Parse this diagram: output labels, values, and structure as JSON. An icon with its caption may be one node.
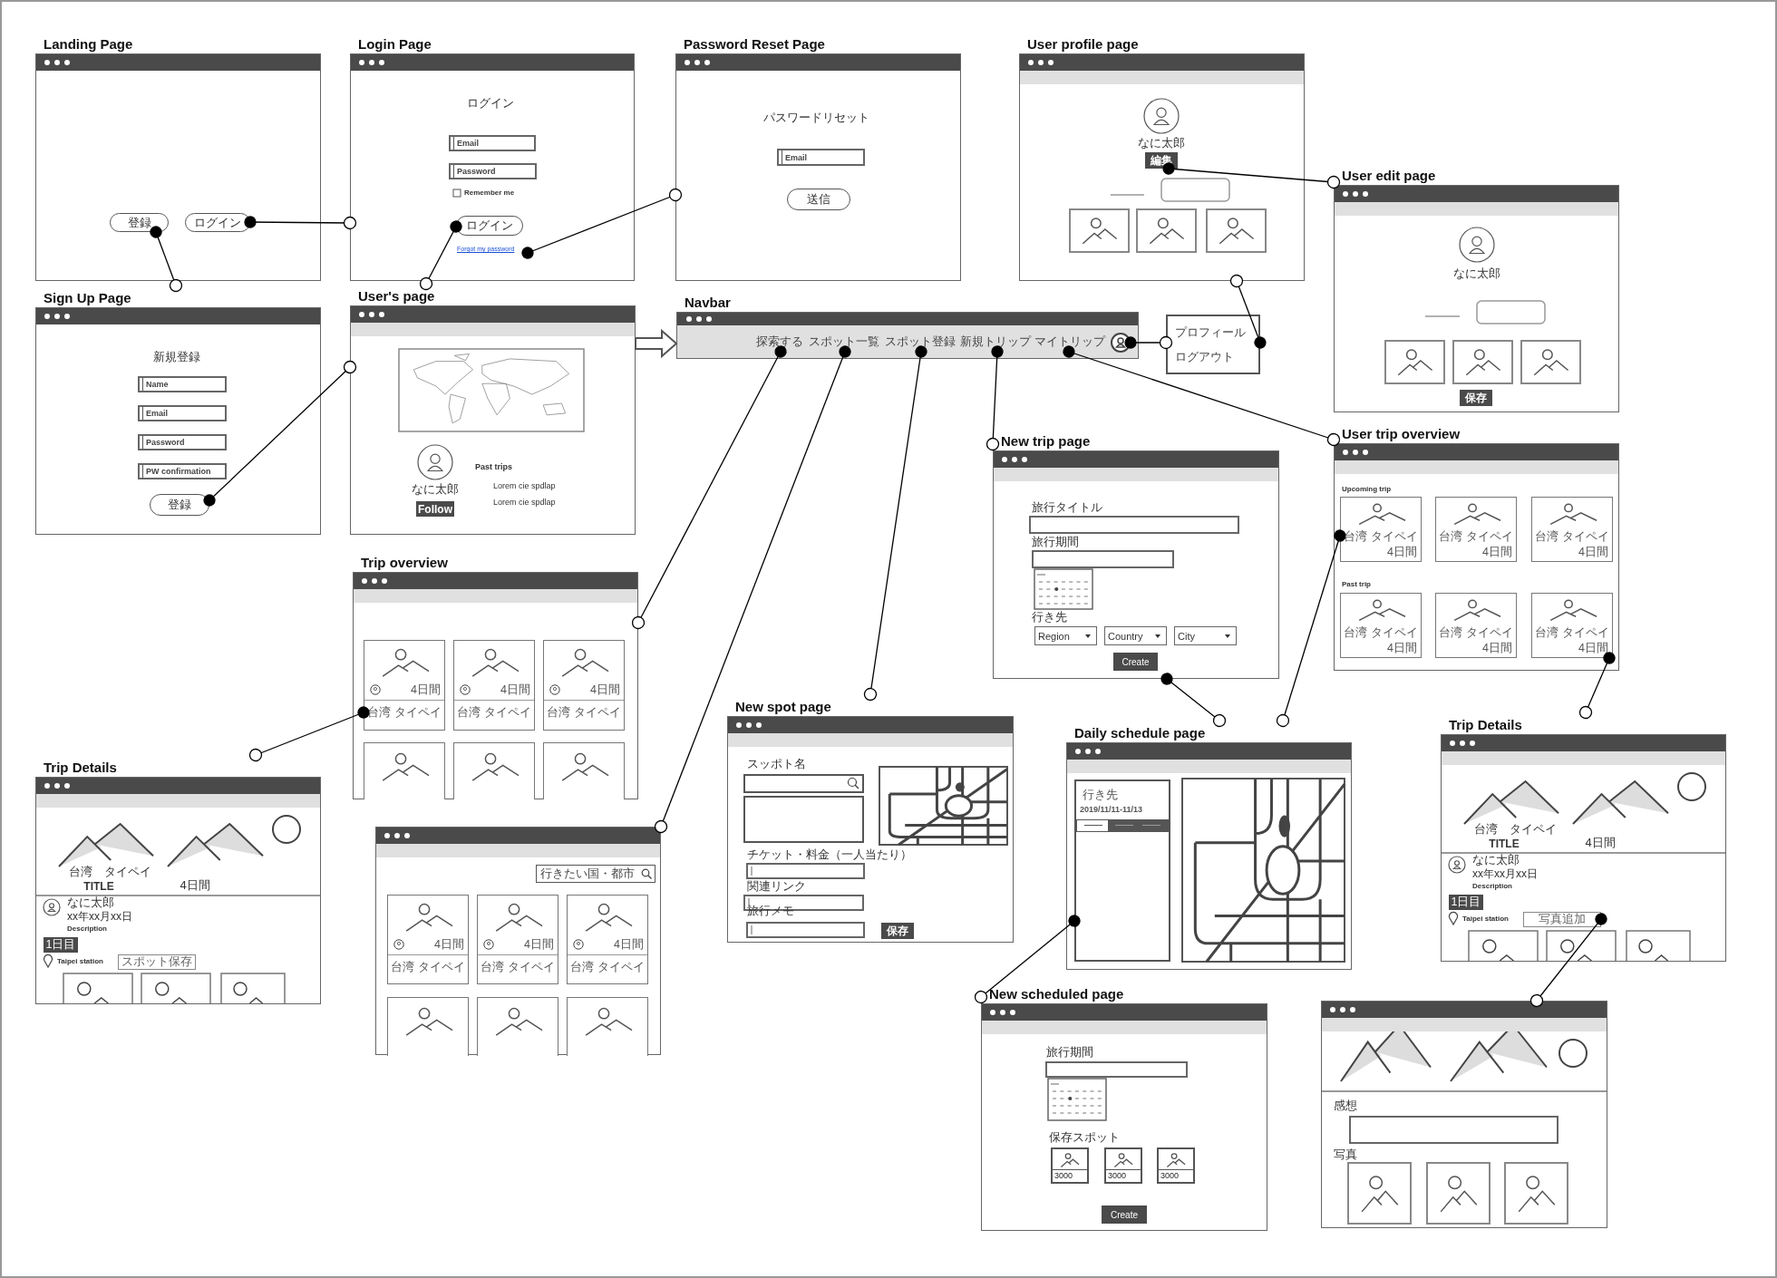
{
  "diagram": {
    "nodes": [
      {
        "text": [
          "Landing Page"
        ]
      },
      {
        "text": [
          "登録"
        ],
        "in": 0
      },
      {
        "text": [
          "ログイン"
        ],
        "in": 0
      },
      {
        "text": [
          "Login Page"
        ]
      },
      {
        "text": [
          "Email"
        ],
        "in": 3
      },
      {
        "text": [
          "Password"
        ],
        "in": 3
      },
      {
        "text": [
          "ログイン"
        ],
        "in": 3
      },
      {
        "text": [
          "Forgot my password"
        ],
        "in": 3
      },
      {
        "text": [
          "Password Reset Page"
        ]
      },
      {
        "text": [
          "Email"
        ],
        "in": 8
      },
      {
        "text": [
          "送信"
        ],
        "in": 8
      },
      {
        "text": [
          "User profile page"
        ]
      },
      {
        "text": [
          "編集"
        ],
        "in": 11
      },
      {
        "text": [
          "User edit page"
        ]
      },
      {
        "text": [
          "保存"
        ],
        "in": 13
      },
      {
        "text": [
          "Sign Up Page"
        ]
      },
      {
        "text": [
          "Name"
        ],
        "in": 15
      },
      {
        "text": [
          "Email"
        ],
        "in": 15
      },
      {
        "text": [
          "Password"
        ],
        "in": 15
      },
      {
        "text": [
          "PW confirmation"
        ],
        "in": 15
      },
      {
        "text": [
          "登録"
        ],
        "in": 15
      },
      {
        "text": [
          "User's page"
        ]
      },
      {
        "text": [
          "Follow"
        ],
        "in": 21
      },
      {
        "text": [
          "Navbar"
        ]
      },
      {
        "text": [
          "探索する"
        ],
        "in": 23
      },
      {
        "text": [
          "スポット一覧"
        ],
        "in": 23
      },
      {
        "text": [
          "スポット登録"
        ],
        "in": 23
      },
      {
        "text": [
          "新規トリップ"
        ],
        "in": 23
      },
      {
        "text": [
          "マイトリップ"
        ],
        "in": 23
      },
      {
        "text": [],
        "shape": "circle",
        "in": 23
      },
      {
        "text": [
          "プロフィール",
          "ログアウト"
        ]
      },
      {
        "text": [
          "New trip page"
        ]
      },
      {
        "text": [
          "Region"
        ],
        "in": 31
      },
      {
        "text": [
          "Country"
        ],
        "in": 31
      },
      {
        "text": [
          "City"
        ],
        "in": 31
      },
      {
        "text": [
          "Create"
        ],
        "in": 31
      },
      {
        "text": [
          "User trip overview"
        ]
      },
      {
        "text": [
          "台湾",
          "タイペイ",
          "4日間"
        ],
        "in": 36
      },
      {
        "text": [
          "台湾",
          "タイペイ",
          "4日間"
        ],
        "in": 36
      },
      {
        "text": [
          "台湾",
          "タイペイ",
          "4日間"
        ],
        "in": 36
      },
      {
        "text": [
          "台湾",
          "タイペイ",
          "4日間"
        ],
        "in": 36
      },
      {
        "text": [
          "台湾",
          "タイペイ",
          "4日間"
        ],
        "in": 36
      },
      {
        "text": [
          "台湾",
          "タイペイ",
          "4日間"
        ],
        "in": 36
      },
      {
        "text": [
          "Trip overview"
        ]
      },
      {
        "text": [
          "4日間",
          "台湾",
          "タイペイ"
        ],
        "in": 43
      },
      {
        "text": [
          "4日間",
          "台湾",
          "タイペイ"
        ],
        "in": 43
      },
      {
        "text": [
          "4日間",
          "台湾",
          "タイペイ"
        ],
        "in": 43
      },
      {
        "text": [],
        "shape": "box",
        "in": 43
      },
      {
        "text": [],
        "shape": "box",
        "in": 43
      },
      {
        "text": [],
        "shape": "box",
        "in": 43
      },
      {
        "text": [],
        "shape": "box"
      },
      {
        "text": [
          "行きたい国・都市"
        ],
        "in": 50
      },
      {
        "text": [
          "4日間",
          "台湾",
          "タイペイ"
        ],
        "in": 50
      },
      {
        "text": [
          "4日間",
          "台湾",
          "タイペイ"
        ],
        "in": 50
      },
      {
        "text": [
          "4日間",
          "台湾",
          "タイペイ"
        ],
        "in": 50
      },
      {
        "text": [],
        "shape": "box",
        "in": 50
      },
      {
        "text": [],
        "shape": "box",
        "in": 50
      },
      {
        "text": [],
        "shape": "box",
        "in": 50
      },
      {
        "text": [
          "New spot page"
        ]
      },
      {
        "text": [
          "保存"
        ],
        "in": 58
      },
      {
        "text": [
          "Daily schedule page"
        ]
      },
      {
        "text": [
          "行き先",
          "2019/11/11-11/13"
        ],
        "in": 60
      },
      {
        "text": [
          "Trip Details"
        ]
      },
      {
        "text": [
          "1日目"
        ],
        "in": 62
      },
      {
        "text": [
          "スポット保存"
        ],
        "in": 62
      },
      {
        "text": [
          "Trip Details"
        ]
      },
      {
        "text": [
          "1日目"
        ],
        "in": 65
      },
      {
        "text": [
          "写真追加"
        ],
        "in": 65
      },
      {
        "text": [
          "New scheduled page"
        ]
      },
      {
        "text": [
          "3000"
        ],
        "in": 68
      },
      {
        "text": [
          "3000"
        ],
        "in": 68
      },
      {
        "text": [
          "3000"
        ],
        "in": 68
      },
      {
        "text": [
          "Create"
        ],
        "in": 68
      },
      {
        "text": [],
        "shape": "box"
      }
    ],
    "edges": [
      {
        "from": 1,
        "to": 15,
        "arrow": "other"
      },
      {
        "from": 2,
        "to": 3,
        "arrow": "other"
      },
      {
        "from": 6,
        "to": 21,
        "arrow": "other"
      },
      {
        "from": 7,
        "to": 8,
        "arrow": "other"
      },
      {
        "from": 20,
        "to": 21,
        "arrow": "other"
      },
      {
        "from": 12,
        "to": 13,
        "arrow": "other"
      },
      {
        "from": 29,
        "to": 30,
        "arrow": "other"
      },
      {
        "from": 30,
        "to": 11,
        "arrow": "other"
      },
      {
        "from": 24,
        "to": 43,
        "arrow": "other"
      },
      {
        "from": 25,
        "to": 50,
        "arrow": "other"
      },
      {
        "from": 26,
        "to": 58,
        "arrow": "other"
      },
      {
        "from": 27,
        "to": 31,
        "arrow": "other"
      },
      {
        "from": 28,
        "to": 36,
        "arrow": "other"
      },
      {
        "from": 44,
        "to": 62,
        "arrow": "other"
      },
      {
        "from": 31,
        "to": 60,
        "arrow": "other"
      },
      {
        "from": 37,
        "to": 60,
        "arrow": "other"
      },
      {
        "from": 42,
        "to": 65,
        "arrow": "other"
      },
      {
        "from": 61,
        "to": 68,
        "arrow": "other"
      },
      {
        "from": 67,
        "to": 73,
        "arrow": "other"
      },
      {
        "from": 21,
        "to": 23,
        "arrow": "to"
      }
    ],
    "labels": [
      "ログイン",
      "Remember me",
      "パスワードリセット",
      "なに太郎",
      "なに太郎",
      "新規登録",
      "なに太郎",
      "Past trips",
      "Lorem cie spdlap",
      "Lorem cie spdlap",
      "旅行タイトル",
      "旅行期間",
      "行き先",
      "Upcoming trip",
      "Past trip",
      "スッポト名",
      "チケット・料金（一人当たり）",
      "関連リンク",
      "旅行メモ",
      "台湾　タイペイ",
      "TITLE",
      "4日間",
      "なに太郎",
      "xx年xx月xx日",
      "Description",
      "Taipei station",
      "台湾　タイペイ",
      "TITLE",
      "4日間",
      "なに太郎",
      "xx年xx月xx日",
      "Description",
      "Taipei station",
      "旅行期間",
      "保存スポット",
      "感想",
      "写真"
    ]
  }
}
